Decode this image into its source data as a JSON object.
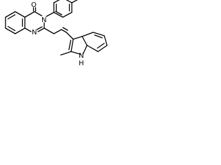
{
  "molecule": {
    "atoms": {
      "oxygen": "O",
      "n3": "N",
      "n1": "N",
      "indole_nh": "N",
      "indole_h": "H"
    }
  }
}
